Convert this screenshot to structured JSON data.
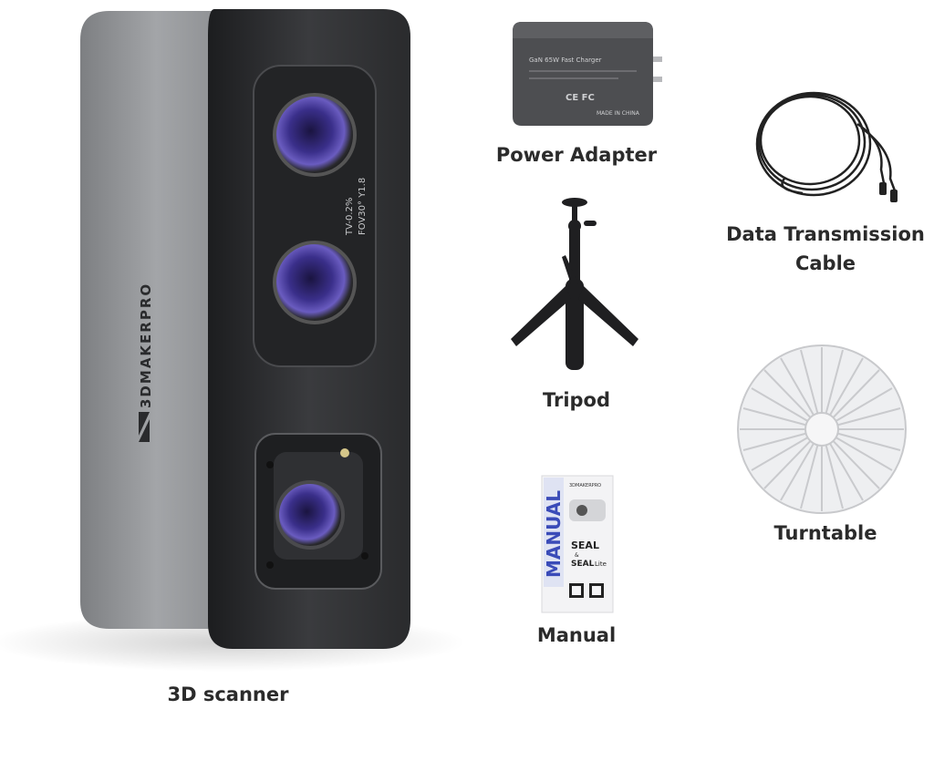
{
  "items": {
    "scanner": {
      "label": "3D scanner",
      "brand": "3DMAKERPRO",
      "spec_line1": "TV-0.2%",
      "spec_line2": "FOV30° Y1.8"
    },
    "power_adapter": {
      "label": "Power Adapter",
      "print_line1": "GaN 65W  Fast Charger",
      "print_line2": "CE FC",
      "print_line3": "MADE IN CHINA"
    },
    "cable": {
      "label_line1": "Data Transmission",
      "label_line2": "Cable"
    },
    "tripod": {
      "label": "Tripod"
    },
    "turntable": {
      "label": "Turntable"
    },
    "manual": {
      "label": "Manual",
      "cover_title": "MANUAL",
      "cover_brand": "3DMAKERPRO",
      "cover_product_line1": "SEAL",
      "cover_product_amp": "&",
      "cover_product_line2": "SEAL",
      "cover_product_suffix": "Lite"
    }
  },
  "colors": {
    "background": "#ffffff",
    "label_text": "#2b2b2b",
    "scanner_body": "#8f9194",
    "scanner_face": "#2e2f31",
    "lens_tint": "#5b4fa8"
  }
}
